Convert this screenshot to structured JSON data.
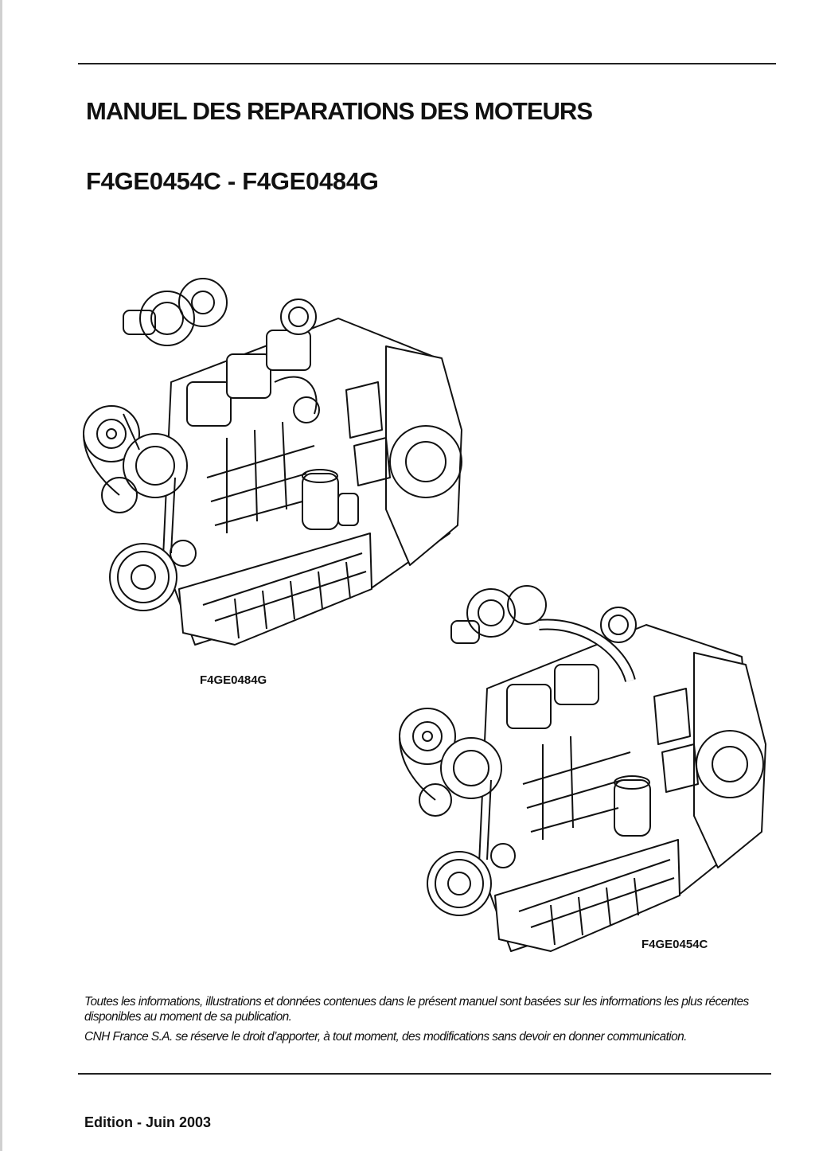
{
  "document": {
    "title": "MANUEL DES REPARATIONS DES MOTEURS",
    "subtitle": "F4GE0454C - F4GE0484G"
  },
  "figures": [
    {
      "caption": "F4GE0484G",
      "icon": "engine-line-drawing"
    },
    {
      "caption": "F4GE0454C",
      "icon": "engine-line-drawing"
    }
  ],
  "disclaimer": {
    "line1": "Toutes les informations, illustrations et données contenues dans le présent manuel sont basées sur les informations les plus récentes disponibles au moment de sa publication.",
    "line2": "CNH France S.A. se réserve le droit d’apporter, à tout moment, des modifications sans devoir en donner communication."
  },
  "edition": "Edition - Juin 2003"
}
